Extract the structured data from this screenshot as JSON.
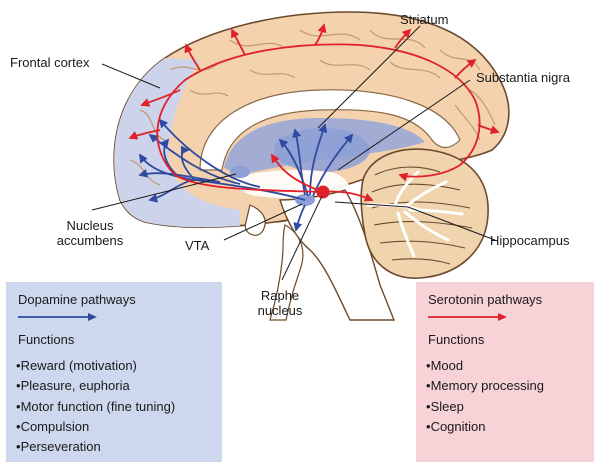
{
  "labels": {
    "frontal_cortex": "Frontal cortex",
    "striatum": "Striatum",
    "substantia_nigra": "Substantia nigra",
    "nucleus_accumbens_1": "Nucleus",
    "nucleus_accumbens_2": "accumbens",
    "vta": "VTA",
    "hippocampus": "Hippocampus",
    "raphe_1": "Raphe",
    "raphe_2": "nucleus"
  },
  "dopamine": {
    "title": "Dopamine pathways",
    "functions_heading": "Functions",
    "functions": [
      "Reward (motivation)",
      "Pleasure, euphoria",
      "Motor function (fine tuning)",
      "Compulsion",
      "Perseveration"
    ]
  },
  "serotonin": {
    "title": "Serotonin pathways",
    "functions_heading": "Functions",
    "functions": [
      "Mood",
      "Memory processing",
      "Sleep",
      "Cognition"
    ]
  },
  "colors": {
    "dopamine": "#2f4aa0",
    "serotonin": "#e0202a",
    "dopamine_panel": "#cdd8ee",
    "serotonin_panel": "#f7d3d7",
    "brain_tissue": "#f3d2ad",
    "brain_outline": "#6b4a2c"
  }
}
